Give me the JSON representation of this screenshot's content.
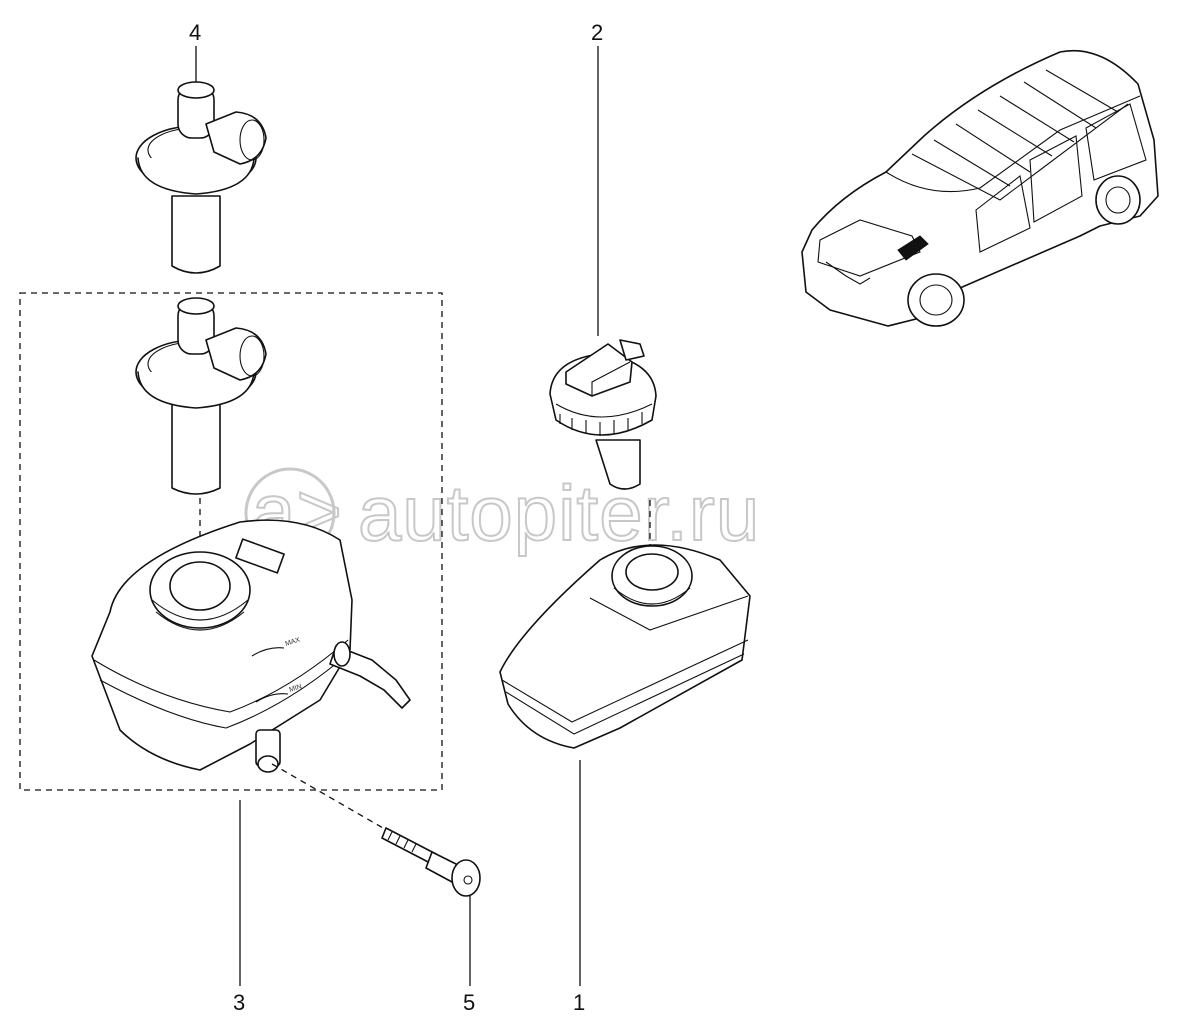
{
  "watermark": {
    "text": "autopiter.ru",
    "logo_glyph": "a>"
  },
  "callouts": [
    {
      "id": "1",
      "label": "1"
    },
    {
      "id": "2",
      "label": "2"
    },
    {
      "id": "3",
      "label": "3"
    },
    {
      "id": "4",
      "label": "4"
    },
    {
      "id": "5",
      "label": "5"
    }
  ],
  "reservoir_marks": {
    "max": "MAX",
    "min": "MIN"
  },
  "colors": {
    "line": "#111111",
    "watermark": "#c8c8c8",
    "background": "#ffffff"
  }
}
